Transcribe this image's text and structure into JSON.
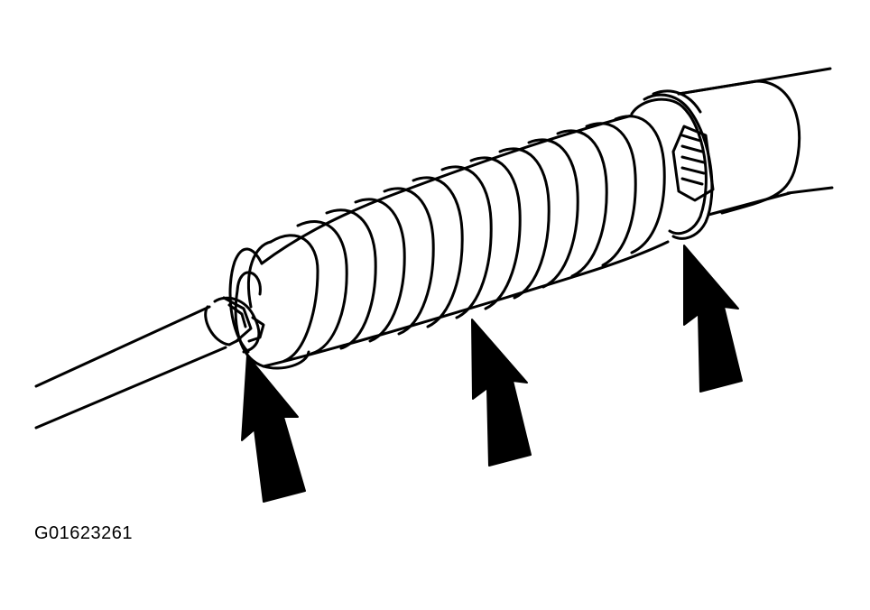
{
  "figure": {
    "code": "G01623261",
    "ink_color": "#000000",
    "background_color": "#ffffff"
  },
  "parts": [
    {
      "name": "inner-tie-rod",
      "icon": "shaft"
    },
    {
      "name": "small-boot-clamp",
      "icon": "clamp"
    },
    {
      "name": "bellows-boot",
      "icon": "boot"
    },
    {
      "name": "large-boot-clamp",
      "icon": "clamp"
    },
    {
      "name": "steering-rack-housing",
      "icon": "housing"
    }
  ],
  "callout_arrows": 3
}
